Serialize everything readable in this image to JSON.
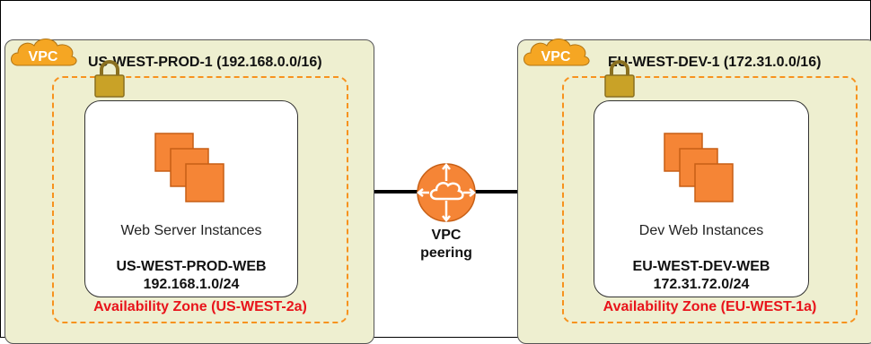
{
  "vpcs": [
    {
      "badge": "VPC",
      "title": "US-WEST-PROD-1 (192.168.0.0/16)",
      "availability_zone": "Availability Zone (US-WEST-2a)",
      "subnet": {
        "instances_label": "Web Server Instances",
        "name": "US-WEST-PROD-WEB",
        "cidr": "192.168.1.0/24"
      }
    },
    {
      "badge": "VPC",
      "title": "EU-WEST-DEV-1 (172.31.0.0/16)",
      "availability_zone": "Availability Zone (EU-WEST-1a)",
      "subnet": {
        "instances_label": "Dev Web Instances",
        "name": "EU-WEST-DEV-WEB",
        "cidr": "172.31.72.0/24"
      }
    }
  ],
  "peering": {
    "line1": "VPC",
    "line2": "peering"
  },
  "colors": {
    "vpc_fill": "#eeefd0",
    "cloud": "#f5a623",
    "az_border": "#f7921e",
    "az_text": "#e8141b",
    "instance": "#f58536",
    "lock": "#c9a227"
  },
  "icons": [
    "vpc-cloud-icon",
    "lock-icon",
    "ec2-instances-icon",
    "vpc-peering-router-icon"
  ]
}
